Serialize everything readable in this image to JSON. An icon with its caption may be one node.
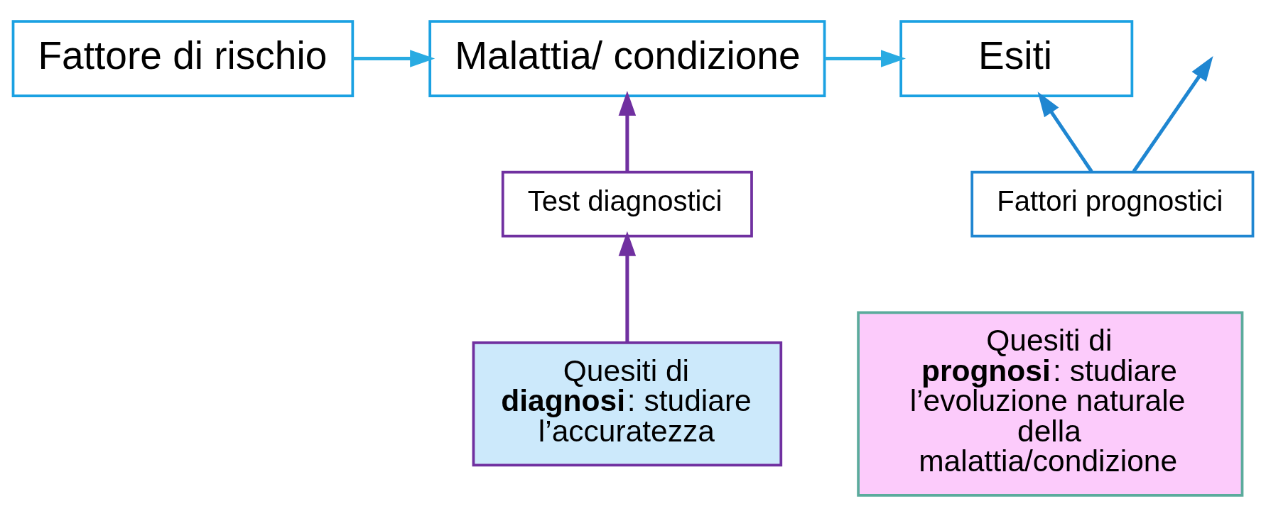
{
  "diagram": {
    "nodes": [
      {
        "text": [
          "Fattore di rischio"
        ]
      },
      {
        "text": [
          "Malattia/ condizione"
        ]
      },
      {
        "text": [
          "Esiti"
        ]
      },
      {
        "text": [
          "Fattori prognostici"
        ]
      },
      {
        "text": [
          "Test diagnostici"
        ]
      },
      {
        "text": [
          "Quesiti di **diagnosi**: studiare l’accuratezza"
        ]
      },
      {
        "text": [
          "Quesiti di **prognosi**: studiare l’evoluzione naturale della malattia/condizione"
        ]
      }
    ],
    "edges": [
      {
        "from": 0,
        "to": 1,
        "arrow": "to"
      },
      {
        "from": 1,
        "to": 2,
        "arrow": "to"
      },
      {
        "from": 3,
        "to": null,
        "arrow": "to",
        "color": "#1f86d1"
      },
      {
        "from": 3,
        "to": 2,
        "arrow": "to",
        "color": "#1f86d1"
      },
      {
        "from": 4,
        "to": 1,
        "arrow": "to",
        "color": "#7030a0"
      },
      {
        "from": 5,
        "to": 4,
        "arrow": "to",
        "color": "#7030a0"
      }
    ]
  }
}
